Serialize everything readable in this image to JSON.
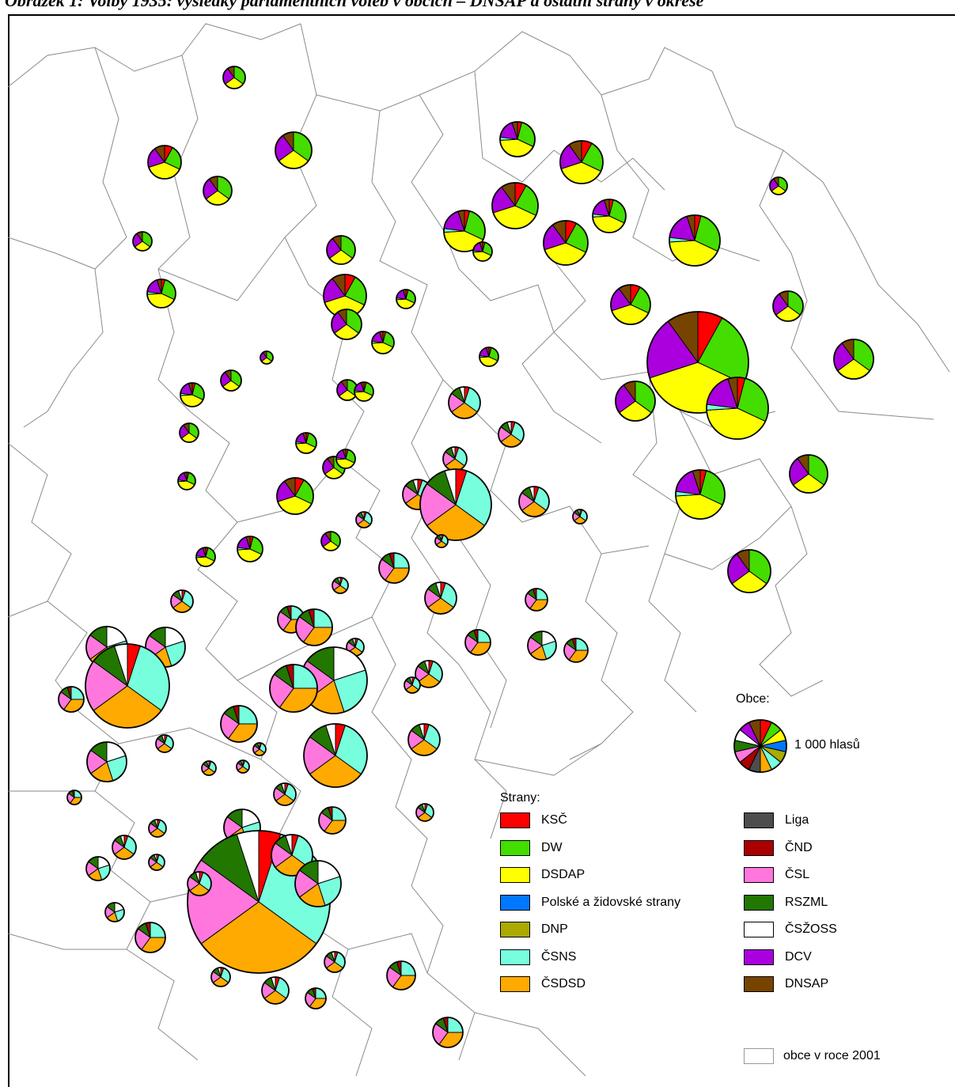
{
  "title": "Obrázek 1: Volby 1935: výsledky parlamentních voleb v obcích – DNSAP a ostatní strany v okrese",
  "legend": {
    "obce_heading": "Obce:",
    "scale_label": "1 000 hlasů",
    "strany_heading": "Strany:",
    "parties": [
      {
        "key": "ksc",
        "label": "KSČ",
        "color": "#ff0000"
      },
      {
        "key": "dw",
        "label": "DW",
        "color": "#44dd00"
      },
      {
        "key": "dsdap",
        "label": "DSDAP",
        "color": "#ffff00"
      },
      {
        "key": "polske",
        "label": "Polské a židovské strany",
        "color": "#0077ff"
      },
      {
        "key": "dnp",
        "label": "DNP",
        "color": "#aaaa00"
      },
      {
        "key": "csns",
        "label": "ČSNS",
        "color": "#77ffdd"
      },
      {
        "key": "csdsd",
        "label": "ČSDSD",
        "color": "#ffaa00"
      },
      {
        "key": "liga",
        "label": "Liga",
        "color": "#4d4d4d"
      },
      {
        "key": "cnd",
        "label": "ČND",
        "color": "#aa0000"
      },
      {
        "key": "csl",
        "label": "ČSL",
        "color": "#ff77dd"
      },
      {
        "key": "rszml",
        "label": "RSZML",
        "color": "#227700"
      },
      {
        "key": "cszoss",
        "label": "ČSŽOSS",
        "color": "#ffffff"
      },
      {
        "key": "dcv",
        "label": "DCV",
        "color": "#aa00dd"
      },
      {
        "key": "dnsap",
        "label": "DNSAP",
        "color": "#774400"
      }
    ],
    "boundary_label": "obce v roce 2001"
  }
}
